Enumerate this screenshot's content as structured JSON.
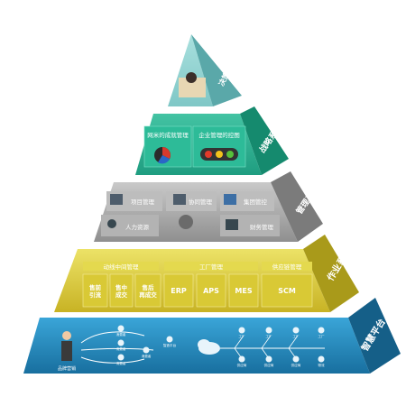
{
  "layers": {
    "decision": {
      "side_label": "决策系统"
    },
    "strategic": {
      "side_label": "战略系统",
      "items": [
        "网米的成就管理",
        "企业管理的控图"
      ]
    },
    "management": {
      "side_label": "管理系统",
      "items": [
        "项目管理",
        "协同管理",
        "集团管控",
        "人力资源",
        "财务管理"
      ]
    },
    "operation": {
      "side_label": "作业系统",
      "groups": [
        "动线中间管理",
        "工厂管理",
        "供应链管理"
      ],
      "cells": [
        "售前\n引流",
        "售中\n成交",
        "售后\n再成交",
        "ERP",
        "APS",
        "MES",
        "SCM"
      ]
    },
    "platform": {
      "side_label": "智慧平台",
      "left_caption": "品牌营销",
      "small_labels": [
        "消费者",
        "消费者",
        "消费者",
        "消费者",
        "智造平台",
        "工厂",
        "工厂",
        "工厂",
        "工厂",
        "供应商",
        "供应商",
        "供应商",
        "物流"
      ]
    }
  },
  "colors": {
    "decision": "#8fd1d2",
    "strategic": "#2fae92",
    "management": "#a6a6a6",
    "operation": "#d8c63a",
    "platform": "#1f8bbf"
  }
}
